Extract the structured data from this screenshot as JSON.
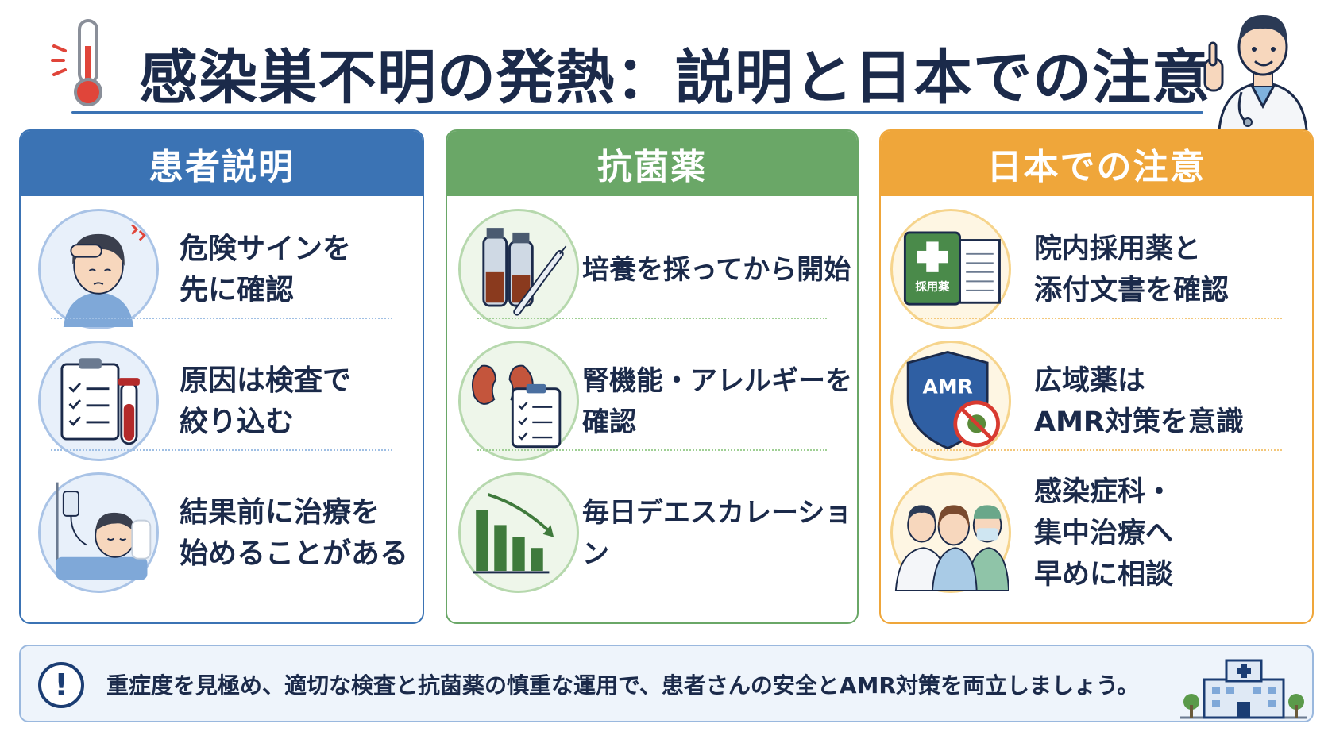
{
  "title": "感染巣不明の発熱：説明と日本での注意",
  "panels": [
    {
      "heading": "患者説明",
      "items": [
        {
          "text": "危険サインを\n先に確認",
          "icon": "headache-patient-icon"
        },
        {
          "text": "原因は検査で\n絞り込む",
          "icon": "clipboard-test-tube-icon"
        },
        {
          "text": "結果前に治療を\n始めることがある",
          "icon": "iv-drip-patient-icon"
        }
      ]
    },
    {
      "heading": "抗菌薬",
      "items": [
        {
          "text": "培養を採ってから開始",
          "icon": "culture-bottles-syringe-icon"
        },
        {
          "text": "腎機能・アレルギーを確認",
          "icon": "kidney-checklist-icon"
        },
        {
          "text": "毎日デエスカレーション",
          "icon": "declining-bar-chart-icon"
        }
      ]
    },
    {
      "heading": "日本での注意",
      "items": [
        {
          "text": "院内採用薬と\n添付文書を確認",
          "icon": "formulary-book-icon",
          "book_label": "採用薬"
        },
        {
          "text": "広域薬は\nAMR対策を意識",
          "icon": "amr-shield-icon",
          "shield_label": "AMR"
        },
        {
          "text": "感染症科・\n集中治療へ\n早めに相談",
          "icon": "medical-team-icon"
        }
      ]
    }
  ],
  "footer": {
    "icon_text": "!",
    "text": "重症度を見極め、適切な検査と抗菌薬の慎重な運用で、患者さんの安全とAMR対策を両立しましょう。"
  },
  "colors": {
    "blue": "#3b73b4",
    "green": "#6aa767",
    "orange": "#efa63a",
    "navy": "#1b2a4a"
  }
}
